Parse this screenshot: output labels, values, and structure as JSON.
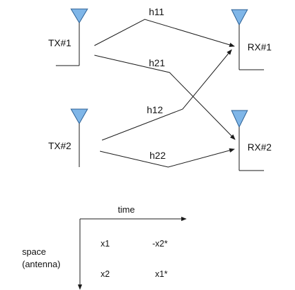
{
  "transmitters": [
    {
      "label": "TX#1"
    },
    {
      "label": "TX#2"
    }
  ],
  "receivers": [
    {
      "label": "RX#1"
    },
    {
      "label": "RX#2"
    }
  ],
  "channels": [
    {
      "label": "h11",
      "from": "TX#1",
      "to": "RX#1"
    },
    {
      "label": "h21",
      "from": "TX#1",
      "to": "RX#2"
    },
    {
      "label": "h12",
      "from": "TX#2",
      "to": "RX#1"
    },
    {
      "label": "h22",
      "from": "TX#2",
      "to": "RX#2"
    }
  ],
  "scheme": {
    "time_axis_label": "time",
    "space_axis_label_line1": "space",
    "space_axis_label_line2": "(antenna)",
    "rows": [
      [
        "x1",
        "-x2*"
      ],
      [
        "x2",
        "x1*"
      ]
    ]
  },
  "colors": {
    "antenna_fill": "#7fb6e8",
    "antenna_stroke": "#2b5f93",
    "line": "#1a1a1a"
  }
}
